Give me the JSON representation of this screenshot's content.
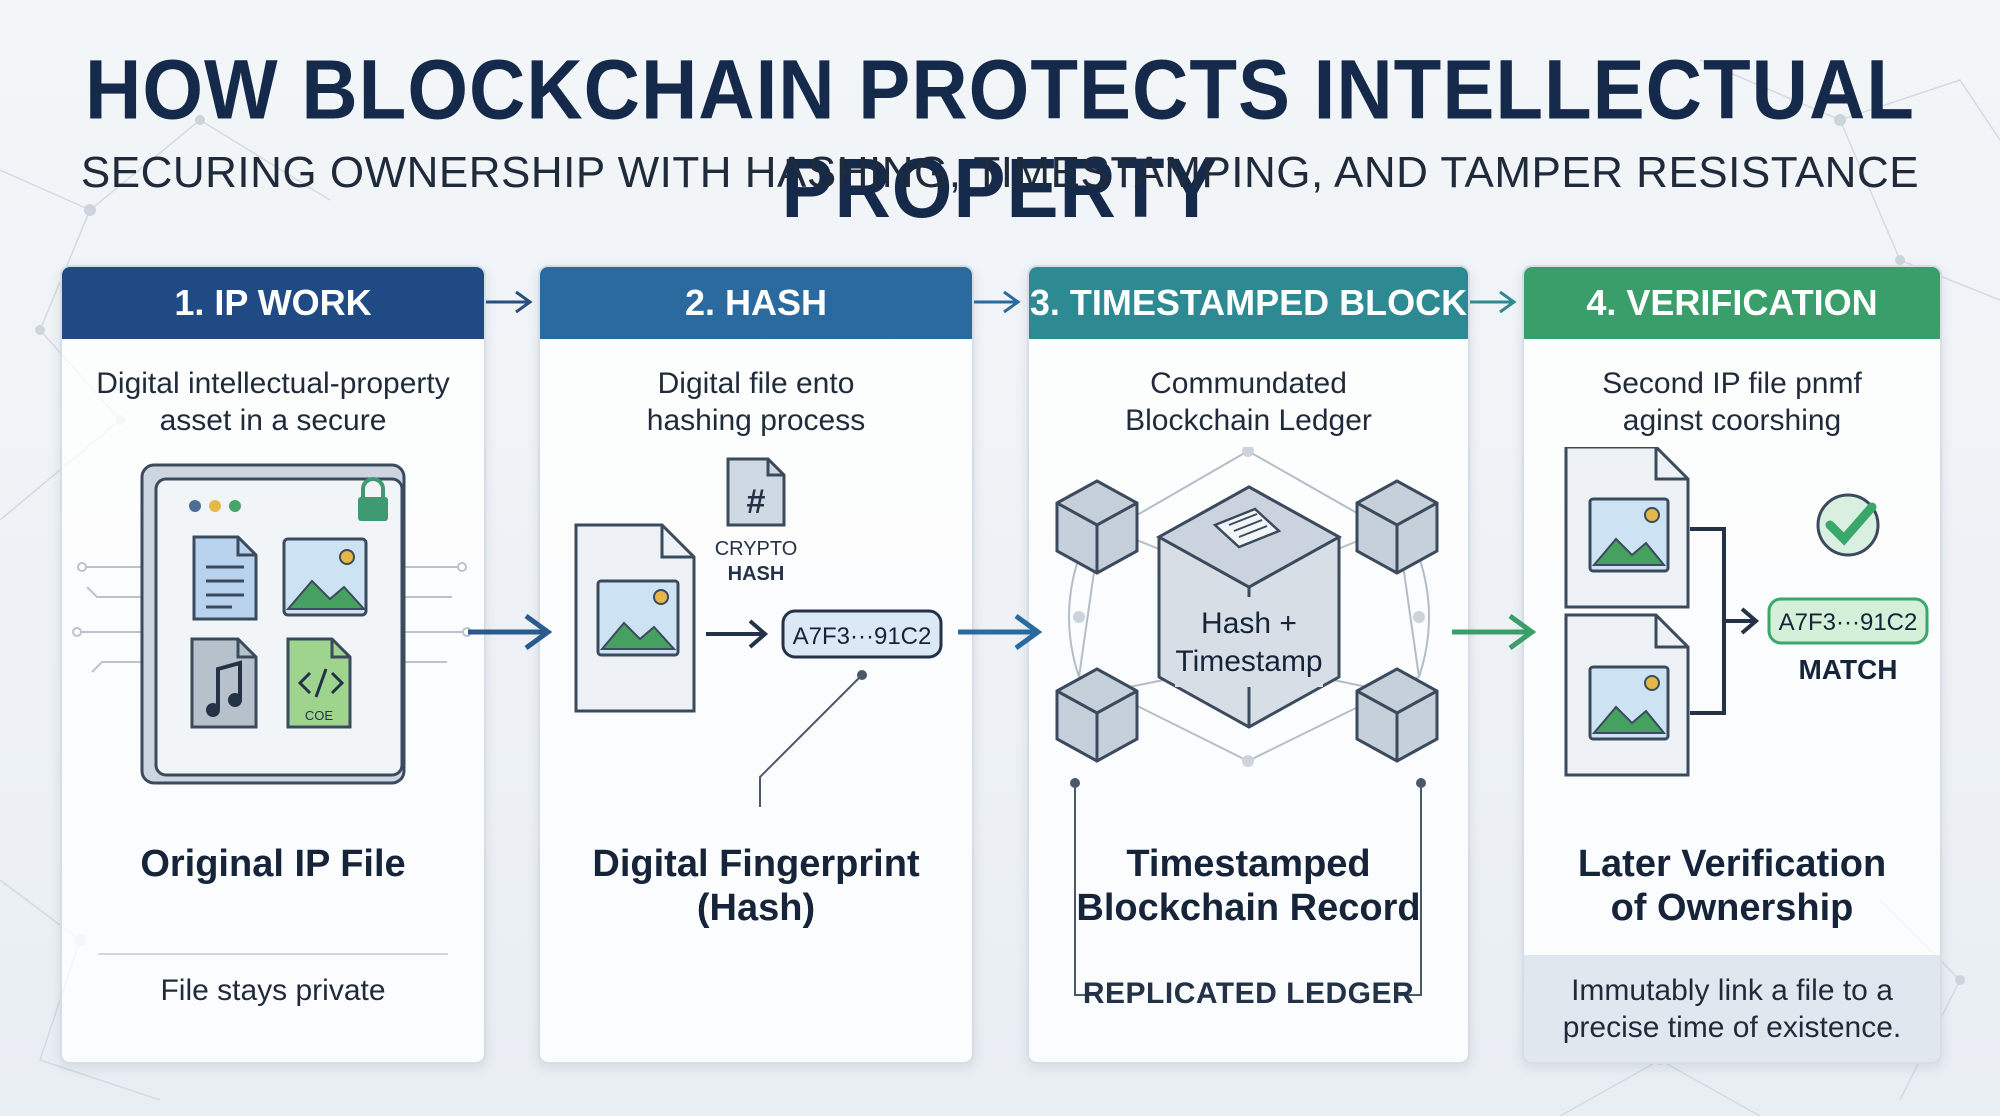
{
  "title": "HOW BLOCKCHAIN PROTECTS INTELLECTUAL PROPERTY",
  "subtitle": "SECURING OWNERSHIP WITH HASHING, TIMESTAMPING, AND TAMPER RESISTANCE",
  "colors": {
    "step1": "#1f4a83",
    "step2": "#2a6a9e",
    "step3": "#2e8a92",
    "step4": "#3a9e6a",
    "match": "#3aa86a"
  },
  "steps": [
    {
      "header": "1. IP WORK",
      "description_line1": "Digital intellectual-property",
      "description_line2": "asset in a secure",
      "label": "Original IP File",
      "footer": "File stays private",
      "icons": [
        "document-icon",
        "image-icon",
        "music-icon",
        "code-icon",
        "lock-icon"
      ],
      "code_text": "COE"
    },
    {
      "header": "2. HASH",
      "description_line1": "Digital file ento",
      "description_line2": "hashing process",
      "hash_caption_line1": "CRYPTO",
      "hash_caption_line2": "HASH",
      "hash_symbol": "#",
      "hash_value": "A7F3···91C2",
      "label_line1": "Digital Fingerprint",
      "label_line2": "(Hash)"
    },
    {
      "header": "3. TIMESTAMPED BLOCK",
      "description_line1": "Commundated",
      "description_line2": "Blockchain Ledger",
      "block_text_line1": "Hash +",
      "block_text_line2": "Timestamp",
      "label_line1": "Timestamped",
      "label_line2": "Blockchain Record",
      "footer": "REPLICATED LEDGER"
    },
    {
      "header": "4. VERIFICATION",
      "description_line1": "Second IP file pnmf",
      "description_line2": "aginst coorshing",
      "hash_value": "A7F3···91C2",
      "match_label": "MATCH",
      "label_line1": "Later Verification",
      "label_line2": "of Ownership",
      "footer_line1": "Immutably link a file to a",
      "footer_line2": "precise time of existence."
    }
  ]
}
